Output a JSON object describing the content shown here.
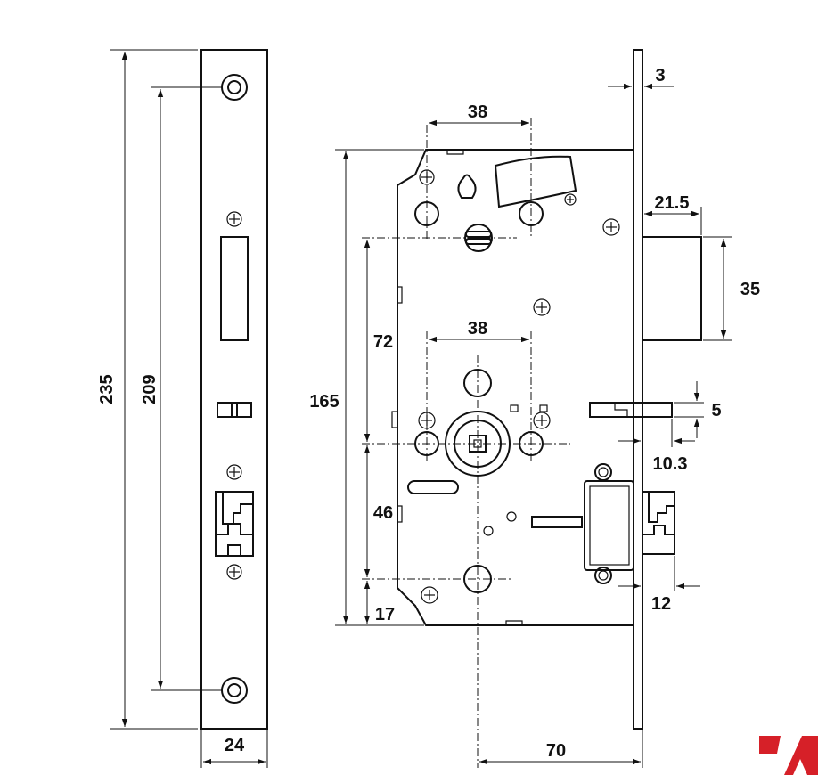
{
  "diagram": {
    "dimensions": {
      "overall_height": "235",
      "screw_spacing": "209",
      "faceplate_width": "24",
      "case_height": "165",
      "follower_to_top": "72",
      "follower_to_cylinder": "46",
      "cylinder_to_bottom": "17",
      "backset": "70",
      "top_centers": "38",
      "mid_centers": "38",
      "faceplate_thickness": "3",
      "latch_projection": "21.5",
      "latch_height": "35",
      "auxiliary_height": "5",
      "auxiliary_offset": "10.3",
      "deadbolt_projection": "12"
    },
    "colors": {
      "line": "#111111",
      "logo": "#d62028"
    }
  }
}
